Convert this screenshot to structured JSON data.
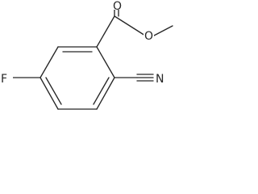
{
  "molecule": {
    "atoms": {
      "fluorine": "F",
      "nitrile_nitrogen": "N",
      "carbonyl_oxygen": "O",
      "ester_oxygen": "O"
    }
  },
  "colors": {
    "ink": "#262626",
    "background": "#ffffff"
  }
}
